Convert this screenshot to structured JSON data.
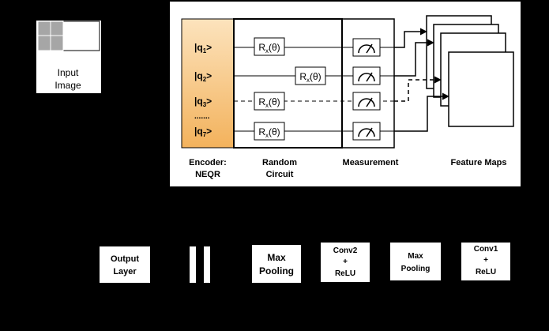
{
  "input_image": {
    "line1": "Input",
    "line2": "Image"
  },
  "encoder": {
    "line1": "Encoder:",
    "line2": "NEQR"
  },
  "random_circuit": {
    "line1": "Random",
    "line2": "Circuit"
  },
  "measurement": {
    "label": "Measurement"
  },
  "feature_maps": {
    "label": "Feature Maps"
  },
  "qubits": [
    {
      "name": "q",
      "sub": "1",
      "close": ">"
    },
    {
      "name": "q",
      "sub": "2",
      "close": ">"
    },
    {
      "name": "q",
      "sub": "3",
      "close": ">"
    },
    {
      "name": "q",
      "sub": "7",
      "close": ">"
    }
  ],
  "ellipsis": ".......",
  "gates": [
    {
      "base": "R",
      "sub": "x",
      "arg": "(θ)"
    },
    {
      "base": "R",
      "sub": "x",
      "arg": "(θ)"
    },
    {
      "base": "R",
      "sub": "x",
      "arg": "(θ)"
    },
    {
      "base": "R",
      "sub": "x",
      "arg": "(θ)"
    }
  ],
  "pipeline": {
    "output_layer": {
      "line1": "Output",
      "line2": "Layer"
    },
    "max_pooling_2": {
      "line1": "Max",
      "line2": "Pooling"
    },
    "conv2": {
      "line1": "Conv2",
      "line2": "+",
      "line3": "ReLU"
    },
    "max_pooling_1": {
      "line1": "Max",
      "line2": "Pooling"
    },
    "conv1": {
      "line1": "Conv1",
      "line2": "+",
      "line3": "ReLU"
    }
  },
  "colors": {
    "background": "#000000",
    "panel": "#ffffff",
    "encoder_fill_top": "#fce3bd",
    "encoder_fill_bottom": "#f3b25c",
    "pixel_grey": "#a6a6a6"
  }
}
